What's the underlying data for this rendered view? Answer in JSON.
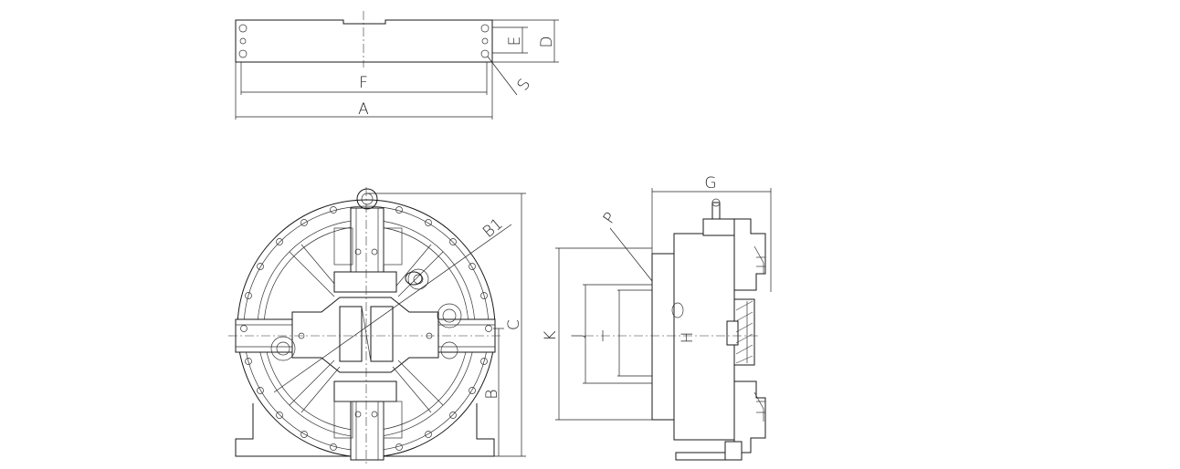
{
  "labels": {
    "a": "A",
    "b": "B",
    "b1": "B1",
    "c": "C",
    "d": "D",
    "e": "E",
    "f": "F",
    "g": "G",
    "h": "H",
    "j": "J",
    "k": "K",
    "p": "P",
    "s": "S"
  }
}
